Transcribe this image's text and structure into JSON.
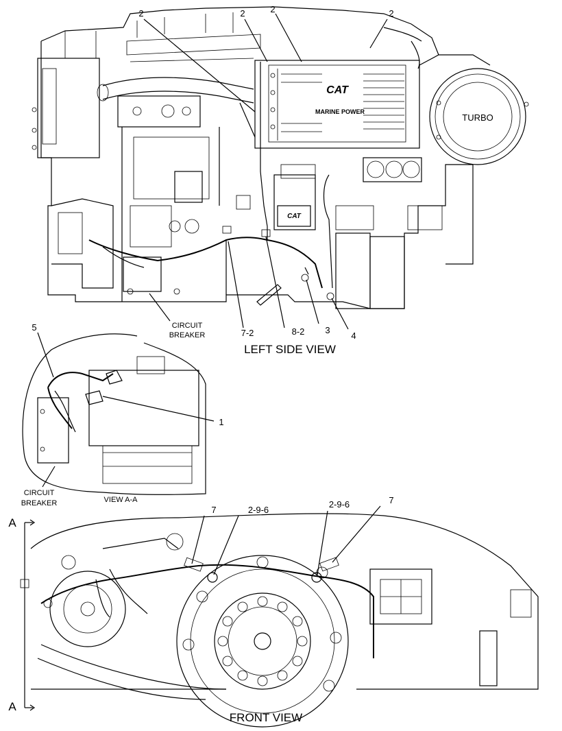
{
  "views": {
    "left_side": {
      "caption": "LEFT SIDE VIEW",
      "turbo_label": "TURBO",
      "brand_logo": "CAT",
      "brand_text": "MARINE POWER",
      "plate_logo": "CAT",
      "circuit_breaker_line1": "CIRCUIT",
      "circuit_breaker_line2": "BREAKER",
      "callouts": [
        "2",
        "2",
        "2",
        "2",
        "7-2",
        "8-2",
        "3",
        "4"
      ]
    },
    "view_aa": {
      "caption": "VIEW A-A",
      "circuit_breaker_line1": "CIRCUIT",
      "circuit_breaker_line2": "BREAKER",
      "callouts": [
        "5",
        "1"
      ]
    },
    "front": {
      "caption": "FRONT VIEW",
      "section_marker": "A",
      "callouts": [
        "7",
        "2-9-6",
        "2-9-6",
        "7"
      ]
    }
  }
}
